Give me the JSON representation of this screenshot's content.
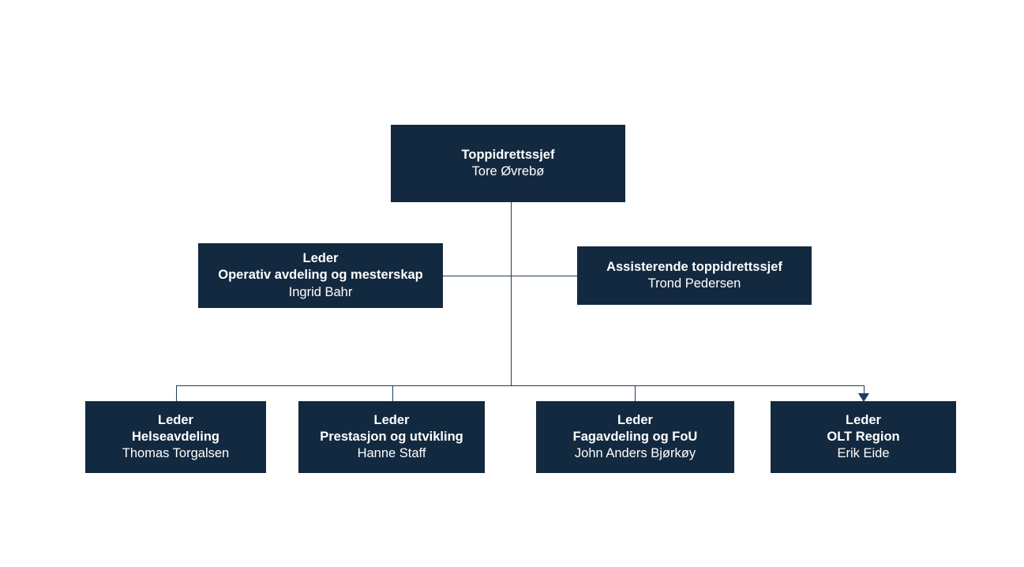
{
  "chart": {
    "type": "org-chart",
    "background_color": "#ffffff",
    "node_color": "#13293f",
    "node_text_color": "#ffffff",
    "connector_color": "#1f3d5c"
  },
  "nodes": {
    "root": {
      "title": "Toppidrettssjef",
      "name": "Tore Øvrebø"
    },
    "operativ": {
      "role": "Leder",
      "department": "Operativ avdeling og mesterskap",
      "name": "Ingrid Bahr"
    },
    "assisterende": {
      "title": "Assisterende toppidrettssjef",
      "name": "Trond Pedersen"
    },
    "helse": {
      "role": "Leder",
      "department": "Helseavdeling",
      "name": "Thomas Torgalsen"
    },
    "prestasjon": {
      "role": "Leder",
      "department": "Prestasjon og utvikling",
      "name": "Hanne Staff"
    },
    "fagavdeling": {
      "role": "Leder",
      "department": "Fagavdeling og FoU",
      "name": "John Anders Bjørkøy"
    },
    "olt": {
      "role": "Leder",
      "department": "OLT Region",
      "name": "Erik Eide"
    }
  }
}
